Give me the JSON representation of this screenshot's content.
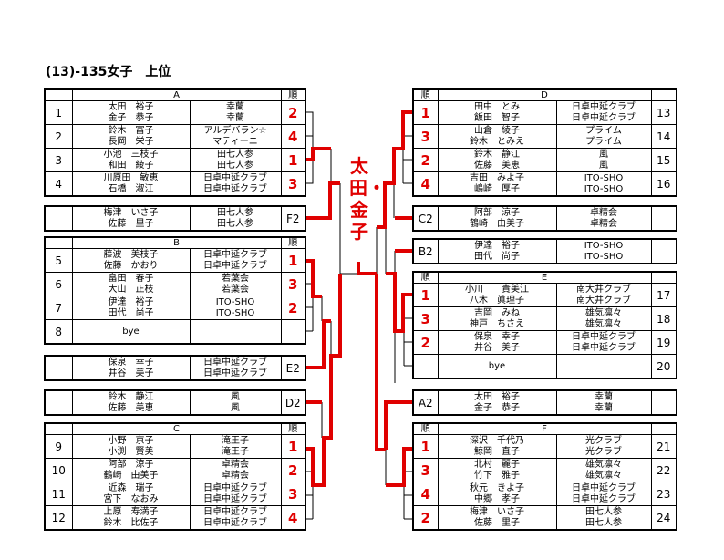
{
  "title": "(13)-135女子　上位",
  "champion": "太田・金子",
  "rank_header": "順",
  "colors": {
    "accent": "#e00000"
  },
  "groups": {
    "A": {
      "label": "A",
      "rows": [
        {
          "num": "1",
          "players": [
            "太田　裕子",
            "金子　恭子"
          ],
          "clubs": [
            "幸蘭",
            "幸蘭"
          ],
          "rank": "2"
        },
        {
          "num": "2",
          "players": [
            "鈴木　富子",
            "長岡　栄子"
          ],
          "clubs": [
            "アルデバラン☆",
            "マティーニ"
          ],
          "rank": "4"
        },
        {
          "num": "3",
          "players": [
            "小池　三枝子",
            "和田　綾子"
          ],
          "clubs": [
            "田七人参",
            "田七人参"
          ],
          "rank": "1"
        },
        {
          "num": "4",
          "players": [
            "川原田　敏恵",
            "石橋　淑江"
          ],
          "clubs": [
            "日卓中延クラブ",
            "日卓中延クラブ"
          ],
          "rank": "3"
        }
      ]
    },
    "B": {
      "label": "B",
      "rows": [
        {
          "num": "5",
          "players": [
            "藤波　美枝子",
            "佐藤　かおり"
          ],
          "clubs": [
            "日卓中延クラブ",
            "日卓中延クラブ"
          ],
          "rank": "1"
        },
        {
          "num": "6",
          "players": [
            "畠田　春子",
            "大山　正枝"
          ],
          "clubs": [
            "若葉会",
            "若葉会"
          ],
          "rank": "3"
        },
        {
          "num": "7",
          "players": [
            "伊達　裕子",
            "田代　尚子"
          ],
          "clubs": [
            "ITO-SHO",
            "ITO-SHO"
          ],
          "rank": "2"
        },
        {
          "num": "8",
          "players": [
            "bye"
          ],
          "clubs": [],
          "rank": ""
        }
      ]
    },
    "C": {
      "label": "C",
      "rows": [
        {
          "num": "9",
          "players": [
            "小野　京子",
            "小渕　賢美"
          ],
          "clubs": [
            "滝王子",
            "滝王子"
          ],
          "rank": "1"
        },
        {
          "num": "10",
          "players": [
            "阿部　涼子",
            "鶴崎　由美子"
          ],
          "clubs": [
            "卓精会",
            "卓精会"
          ],
          "rank": "2"
        },
        {
          "num": "11",
          "players": [
            "近森　瑞子",
            "宮下　なおみ"
          ],
          "clubs": [
            "日卓中延クラブ",
            "日卓中延クラブ"
          ],
          "rank": "3"
        },
        {
          "num": "12",
          "players": [
            "上原　寿満子",
            "鈴木　比佐子"
          ],
          "clubs": [
            "日卓中延クラブ",
            "日卓中延クラブ"
          ],
          "rank": "4"
        }
      ]
    },
    "D": {
      "label": "D",
      "rows": [
        {
          "num": "13",
          "players": [
            "田中　とみ",
            "飯田　智子"
          ],
          "clubs": [
            "日卓中延クラブ",
            "日卓中延クラブ"
          ],
          "rank": "1"
        },
        {
          "num": "14",
          "players": [
            "山倉　綾子",
            "鈴木　とみえ"
          ],
          "clubs": [
            "プライム",
            "プライム"
          ],
          "rank": "3"
        },
        {
          "num": "15",
          "players": [
            "鈴木　静江",
            "佐藤　美恵"
          ],
          "clubs": [
            "風",
            "風"
          ],
          "rank": "2"
        },
        {
          "num": "16",
          "players": [
            "吉田　みよ子",
            "嶋崎　厚子"
          ],
          "clubs": [
            "ITO-SHO",
            "ITO-SHO"
          ],
          "rank": "4"
        }
      ]
    },
    "E": {
      "label": "E",
      "rows": [
        {
          "num": "17",
          "players": [
            "小川　　貴美江",
            "八木　眞理子"
          ],
          "clubs": [
            "南大井クラブ",
            "南大井クラブ"
          ],
          "rank": "1"
        },
        {
          "num": "18",
          "players": [
            "吉岡　みね",
            "神戸　ちさえ"
          ],
          "clubs": [
            "雄気凛々",
            "雄気凛々"
          ],
          "rank": "3"
        },
        {
          "num": "19",
          "players": [
            "保泉　幸子",
            "井谷　美子"
          ],
          "clubs": [
            "日卓中延クラブ",
            "日卓中延クラブ"
          ],
          "rank": "2"
        },
        {
          "num": "20",
          "players": [
            "bye"
          ],
          "clubs": [],
          "rank": ""
        }
      ]
    },
    "F": {
      "label": "F",
      "rows": [
        {
          "num": "21",
          "players": [
            "深沢　千代乃",
            "鯨岡　直子"
          ],
          "clubs": [
            "光クラブ",
            "光クラブ"
          ],
          "rank": "1"
        },
        {
          "num": "22",
          "players": [
            "北村　麗子",
            "竹下　雅子"
          ],
          "clubs": [
            "雄気凛々",
            "雄気凛々"
          ],
          "rank": "3"
        },
        {
          "num": "23",
          "players": [
            "秋元　きよ子",
            "中郷　孝子"
          ],
          "clubs": [
            "日卓中延クラブ",
            "日卓中延クラブ"
          ],
          "rank": "4"
        },
        {
          "num": "24",
          "players": [
            "梅津　いさ子",
            "佐藤　里子"
          ],
          "clubs": [
            "田七人参",
            "田七人参"
          ],
          "rank": "2"
        }
      ]
    }
  },
  "seconds": {
    "F2": {
      "code": "F2",
      "players": [
        "梅津　いさ子",
        "佐藤　里子"
      ],
      "clubs": [
        "田七人参",
        "田七人参"
      ]
    },
    "E2": {
      "code": "E2",
      "players": [
        "保泉　幸子",
        "井谷　美子"
      ],
      "clubs": [
        "日卓中延クラブ",
        "日卓中延クラブ"
      ]
    },
    "D2": {
      "code": "D2",
      "players": [
        "鈴木　静江",
        "佐藤　美恵"
      ],
      "clubs": [
        "風",
        "風"
      ]
    },
    "C2": {
      "code": "C2",
      "players": [
        "阿部　涼子",
        "鶴崎　由美子"
      ],
      "clubs": [
        "卓精会",
        "卓精会"
      ]
    },
    "B2": {
      "code": "B2",
      "players": [
        "伊達　裕子",
        "田代　尚子"
      ],
      "clubs": [
        "ITO-SHO",
        "ITO-SHO"
      ]
    },
    "A2": {
      "code": "A2",
      "players": [
        "太田　裕子",
        "金子　恭子"
      ],
      "clubs": [
        "幸蘭",
        "幸蘭"
      ]
    }
  }
}
